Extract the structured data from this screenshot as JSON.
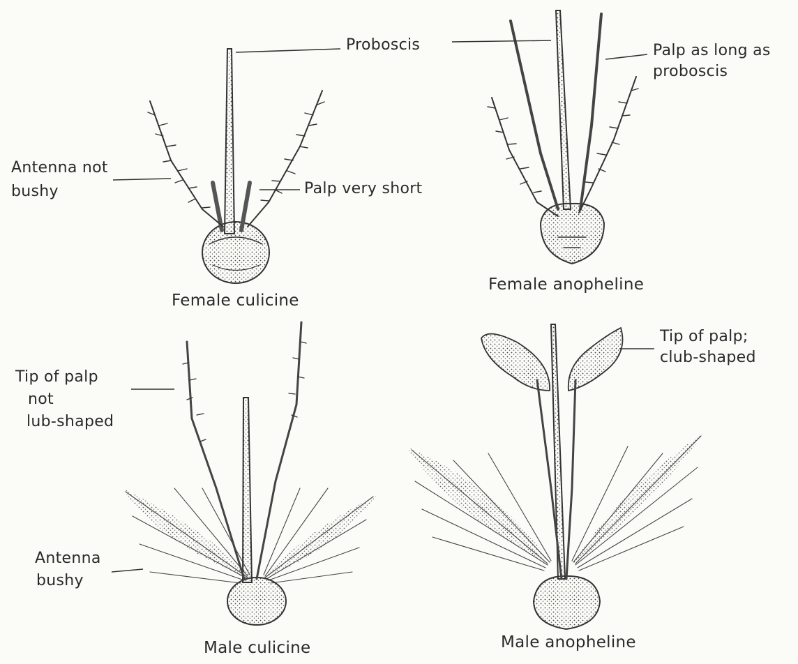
{
  "diagram": {
    "panels": [
      {
        "caption": "Female culicine"
      },
      {
        "caption": "Female anopheline"
      },
      {
        "caption": "Male culicine"
      },
      {
        "caption": "Male anopheline"
      }
    ],
    "labels": {
      "proboscis": "Proboscis",
      "palp_long_1": "Palp as long as",
      "palp_long_2": "proboscis",
      "antenna_not_bushy_1": "Antenna not",
      "antenna_not_bushy_2": "bushy",
      "palp_short": "Palp very short",
      "tip_not_club_1": "Tip of palp",
      "tip_not_club_2": "not",
      "tip_not_club_3": "lub-shaped",
      "tip_club_1": "Tip of palp;",
      "tip_club_2": "club-shaped",
      "antenna_bushy_1": "Antenna",
      "antenna_bushy_2": "bushy"
    }
  }
}
